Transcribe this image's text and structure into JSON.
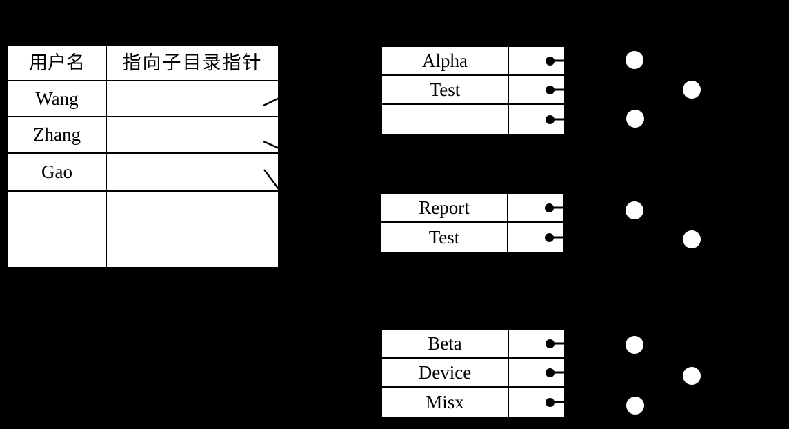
{
  "figure": {
    "kind": "two-level-directory-structure-diagram",
    "colors": {
      "background": "#000000",
      "surface": "#ffffff",
      "line": "#000000"
    },
    "icons": {
      "pointer": "black-dot-with-line-to-right-border",
      "file": "white-filled-circle",
      "link_stub": "black-diagonal-line-segment"
    }
  },
  "master_table": {
    "headers": [
      "用户名",
      "指向子目录指针"
    ],
    "rows": [
      {
        "name": "Wang",
        "pointer": ""
      },
      {
        "name": "Zhang",
        "pointer": ""
      },
      {
        "name": "Gao",
        "pointer": ""
      },
      {
        "name": "",
        "pointer": ""
      }
    ]
  },
  "directories": [
    {
      "entries": [
        {
          "name": "Alpha"
        },
        {
          "name": "Test"
        },
        {
          "name": ""
        }
      ]
    },
    {
      "entries": [
        {
          "name": "Report"
        },
        {
          "name": "Test"
        }
      ]
    },
    {
      "entries": [
        {
          "name": "Beta"
        },
        {
          "name": "Device"
        },
        {
          "name": "Misx"
        }
      ]
    }
  ]
}
